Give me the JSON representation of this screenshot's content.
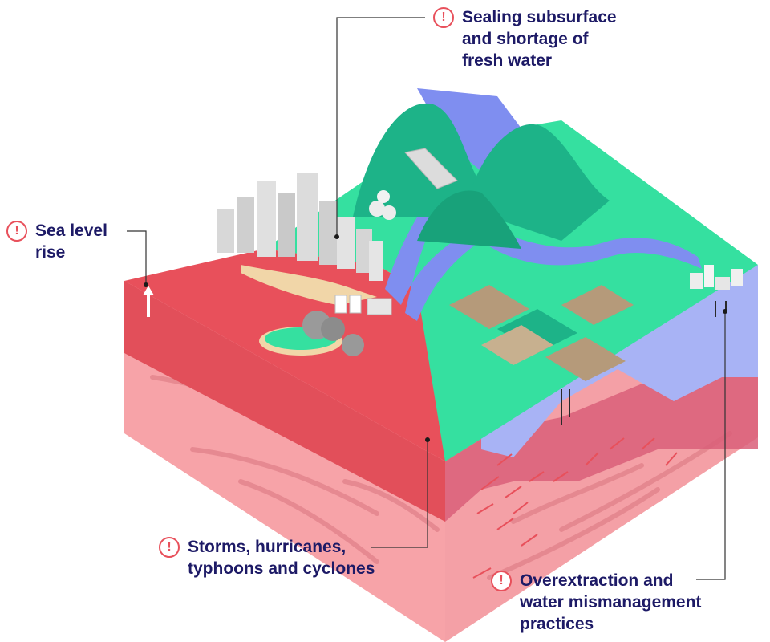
{
  "labels": {
    "sealing": "Sealing subsurface\nand shortage of\nfresh water",
    "sea_level": "Sea level\nrise",
    "storms": "Storms, hurricanes,\ntyphoons and cyclones",
    "overextraction": "Overextraction and\nwater mismanagement\npractices",
    "warning_glyph": "!"
  },
  "colors": {
    "title_text": "#1d1a66",
    "warning_accent": "#e8505b",
    "sea_red": "#e8505b",
    "soil_pink": "#f7a3a8",
    "land_green": "#35e0a0",
    "forest_green": "#1db388",
    "fresh_water": "#7f8ef0",
    "groundwater": "#a8b3f5",
    "city_gray": "#cfcfcf"
  },
  "icons": [
    "warning-icon",
    "up-arrow-icon"
  ]
}
